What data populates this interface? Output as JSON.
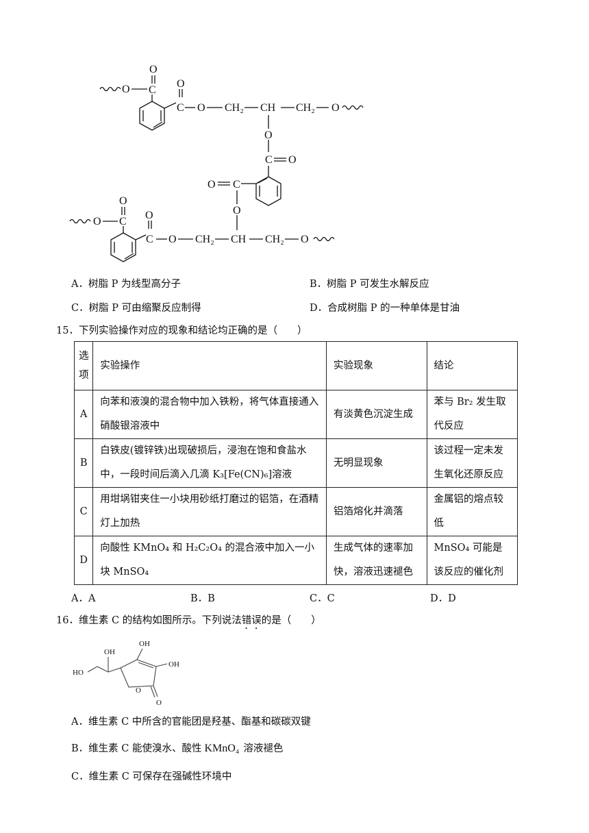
{
  "q14": {
    "options": [
      {
        "key": "A",
        "text": "A．树脂 P 为线型高分子"
      },
      {
        "key": "B",
        "text": "B．树脂 P 可发生水解反应"
      },
      {
        "key": "C",
        "text": "C．树脂 P 可由缩聚反应制得"
      },
      {
        "key": "D",
        "text": "D．合成树脂 P 的一种单体是甘油"
      }
    ]
  },
  "q15": {
    "stem": "15．下列实验操作对应的现象和结论均正确的是（　　）",
    "table": {
      "header": {
        "option": "选项",
        "operation": "实验操作",
        "phenomenon": "实验现象",
        "conclusion": "结论"
      },
      "rows": [
        {
          "option": "A",
          "operation": "向苯和液溴的混合物中加入铁粉，将气体直接通入硝酸银溶液中",
          "phenomenon": "有淡黄色沉淀生成",
          "conclusion": "苯与 Br₂ 发生取代反应"
        },
        {
          "option": "B",
          "operation": "白铁皮(镀锌铁)出现破损后，浸泡在饱和食盐水中，一段时间后滴入几滴 K₃[Fe(CN)₆]溶液",
          "phenomenon": "无明显现象",
          "conclusion": "该过程一定未发生氧化还原反应"
        },
        {
          "option": "C",
          "operation": "用坩埚钳夹住一小块用砂纸打磨过的铝箔，在酒精灯上加热",
          "phenomenon": "铝箔熔化并滴落",
          "conclusion": "金属铝的熔点较低"
        },
        {
          "option": "D",
          "operation": "向酸性 KMnO₄ 和 H₂C₂O₄ 的混合液中加入一小块 MnSO₄",
          "phenomenon": "生成气体的速率加快，溶液迅速褪色",
          "conclusion": "MnSO₄ 可能是该反应的催化剂"
        }
      ]
    },
    "answers": [
      "A．A",
      "B．B",
      "C．C",
      "D．D"
    ]
  },
  "q16": {
    "stem_pre": "16．维生素 C 的结构如图所示。下列说法",
    "stem_emph": "错误",
    "stem_post": "的是（　　）",
    "options": [
      {
        "key": "A",
        "text": "A．维生素 C 中所含的官能团是羟基、酯基和碳碳双键"
      },
      {
        "key": "B",
        "text_pre": "B．维生素 C 能使溴水、酸性",
        "formula": "KMnO₄",
        "text_post": "溶液褪色"
      },
      {
        "key": "C",
        "text": "C．维生素 C 可保存在强碱性环境中"
      }
    ]
  },
  "structure_labels": {
    "O": "O",
    "C": "C",
    "CH2": "CH₂",
    "CH": "CH",
    "OH": "OH",
    "HO": "HO"
  }
}
